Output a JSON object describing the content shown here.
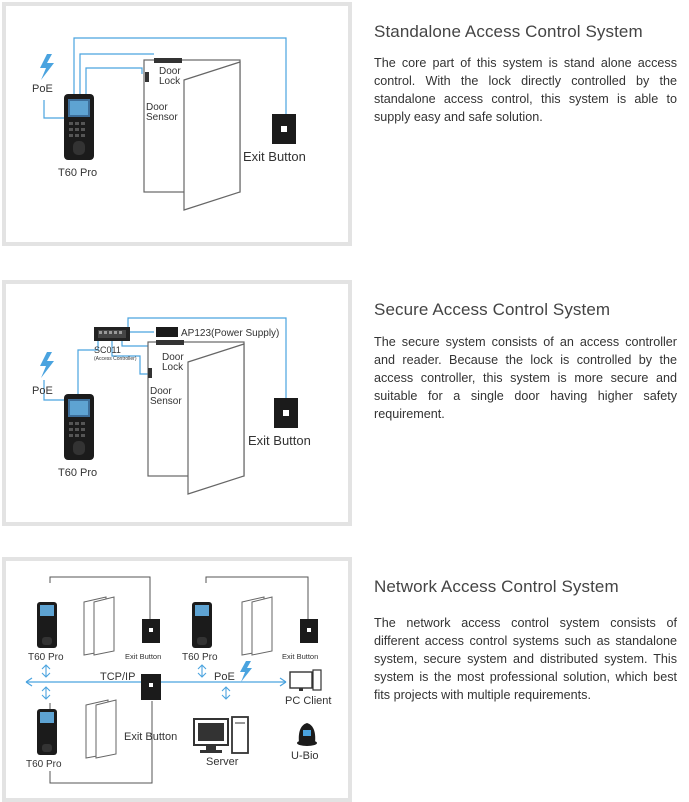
{
  "sections": [
    {
      "title": "Standalone Access Control System",
      "text": "The core part of this system is stand alone access control. With the lock directly controlled by the standalone access control, this system is able to supply easy and safe solution.",
      "labels": {
        "poe": "PoE",
        "door_lock": [
          "Door",
          "Lock"
        ],
        "door_sensor": [
          "Door",
          "Sensor"
        ],
        "exit_button": "Exit Button",
        "device": "T60 Pro"
      }
    },
    {
      "title": "Secure Access Control System",
      "text": "The secure system consists of an access controller and reader.  Because the lock is controlled by the access controller, this system is more secure and suitable for a single door having higher safety requirement.",
      "labels": {
        "power_supply": "AP123(Power Supply)",
        "controller": "SC011",
        "controller_sub": "(Access Controller)",
        "poe": "PoE",
        "door_lock": [
          "Door",
          "Lock"
        ],
        "door_sensor": [
          "Door",
          "Sensor"
        ],
        "exit_button": "Exit Button",
        "device": "T60 Pro"
      }
    },
    {
      "title": "Network Access Control System",
      "text": "The network access control system consists of different access control systems such as standalone system, secure system and distributed system. This system is the most professional solution, which best fits projects with multiple requirements.",
      "labels": {
        "device_a": "T60 Pro",
        "exit_a": "Exit Button",
        "device_b": "T60 Pro",
        "exit_b": "Exit Button",
        "tcpip": "TCP/IP",
        "poe": "PoE",
        "pc_client": "PC Client",
        "device_c": "T60 Pro",
        "exit_c": "Exit Button",
        "server": "Server",
        "ubio": "U-Bio"
      }
    }
  ],
  "colors": {
    "accent": "#4aa3df",
    "line": "#555555",
    "panel_border": "#e3e3e3"
  }
}
